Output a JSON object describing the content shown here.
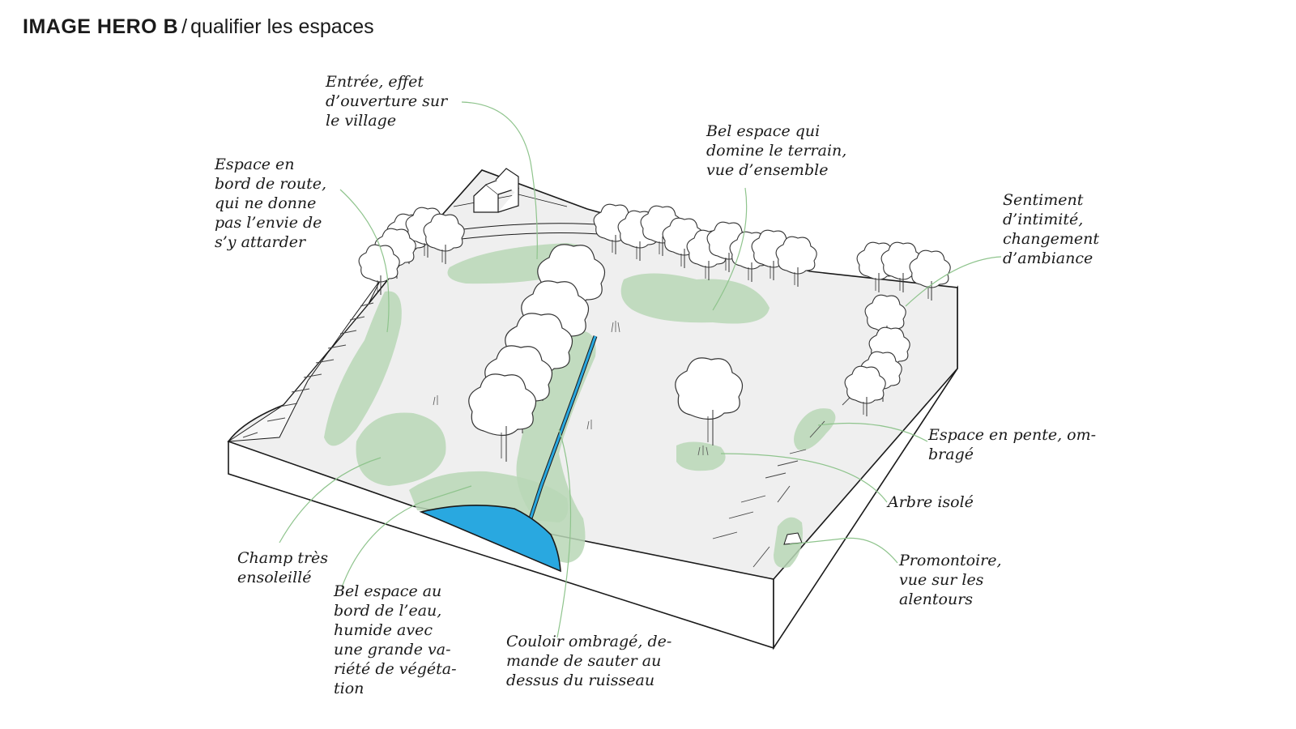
{
  "header": {
    "title_bold": "IMAGE HERO B",
    "separator": "/",
    "title_rest": "qualifier les espaces"
  },
  "colors": {
    "zone_green": "#b9d7b6",
    "water": "#29a8e0",
    "terrain": "#efefef",
    "line": "#1a1a1a",
    "leader": "#8fc48d"
  },
  "annotations": [
    {
      "id": "entree",
      "lines": [
        "Entrée, effet",
        "d’ouverture sur",
        "le village"
      ]
    },
    {
      "id": "bord-route",
      "lines": [
        "Espace en",
        "bord de route,",
        "qui ne donne",
        "pas l’envie de",
        "s’y attarder"
      ]
    },
    {
      "id": "bel-espace-domine",
      "lines": [
        "Bel espace qui",
        "domine le terrain,",
        "vue d’ensemble"
      ]
    },
    {
      "id": "intimite",
      "lines": [
        "Sentiment",
        "d’intimité,",
        "changement",
        "d’ambiance"
      ]
    },
    {
      "id": "pente",
      "lines": [
        "Espace en pente, om-",
        "bragé"
      ]
    },
    {
      "id": "arbre-isole",
      "lines": [
        "Arbre isolé"
      ]
    },
    {
      "id": "promontoire",
      "lines": [
        "Promontoire,",
        "vue sur les",
        "alentours"
      ]
    },
    {
      "id": "champ",
      "lines": [
        "Champ très",
        "ensoleillé"
      ]
    },
    {
      "id": "bord-eau",
      "lines": [
        "Bel espace au",
        "bord de l’eau,",
        "humide avec",
        "une grande va-",
        "riété de végéta-",
        "tion"
      ]
    },
    {
      "id": "couloir",
      "lines": [
        "Couloir ombragé, de-",
        "mande de sauter au",
        "dessus du ruisseau"
      ]
    }
  ]
}
